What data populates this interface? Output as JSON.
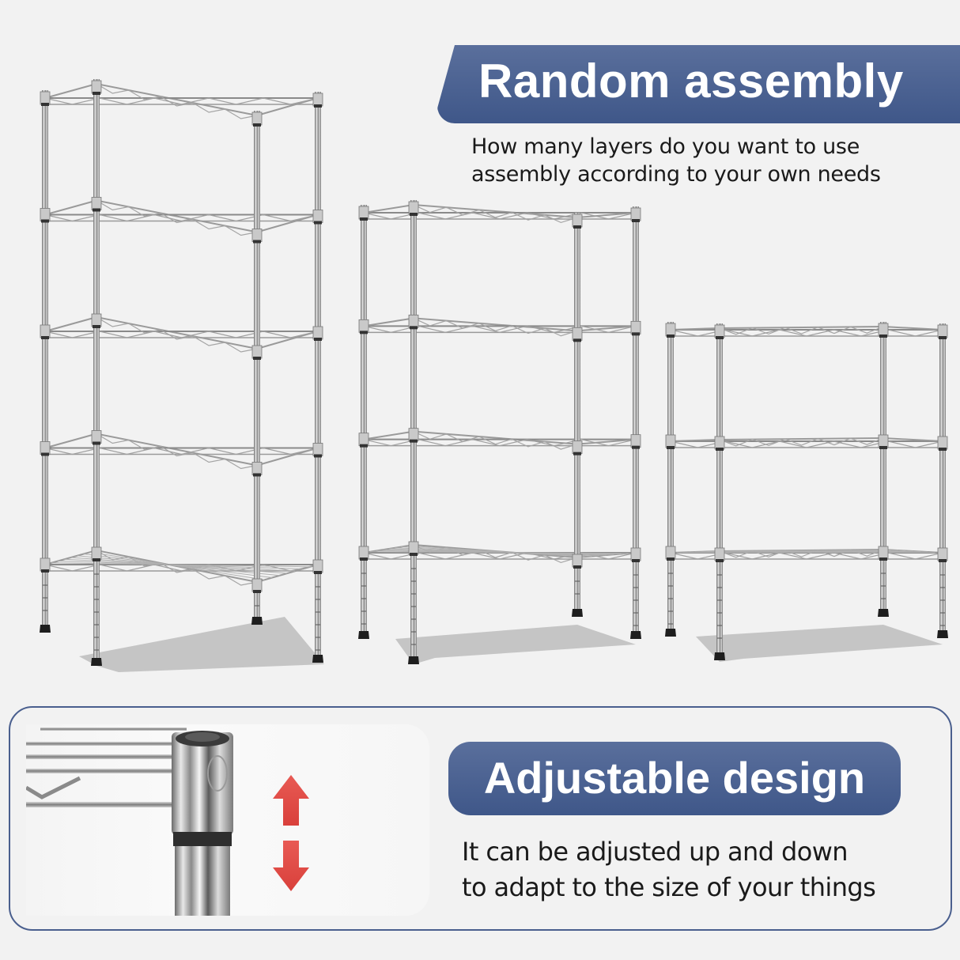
{
  "colors": {
    "background": "#f2f2f2",
    "banner_top": "#5a6f9c",
    "banner_bottom": "#3f5789",
    "frame_border": "#4a5f8e",
    "arrow_red": "#e04a44",
    "text_dark": "#1a1a1a",
    "chrome": "#a9a9a9",
    "shadow": "#b8b8b8"
  },
  "top_section": {
    "banner_title": "Random assembly",
    "description_lines": [
      "How many layers do you want to use",
      "assembly according to your own needs"
    ]
  },
  "shelves": [
    {
      "name": "5-tier-shelf",
      "tiers": 5,
      "icon": "wire-shelf-5-tier"
    },
    {
      "name": "4-tier-shelf",
      "tiers": 4,
      "icon": "wire-shelf-4-tier"
    },
    {
      "name": "3-tier-shelf",
      "tiers": 3,
      "icon": "wire-shelf-3-tier"
    }
  ],
  "bottom_section": {
    "banner_title": "Adjustable design",
    "description_lines": [
      "It can be adjusted up and down",
      "to adapt to the size of your things"
    ],
    "detail_image": "pole-sleeve-closeup",
    "arrows": [
      "arrow-up-icon",
      "arrow-down-icon"
    ]
  }
}
